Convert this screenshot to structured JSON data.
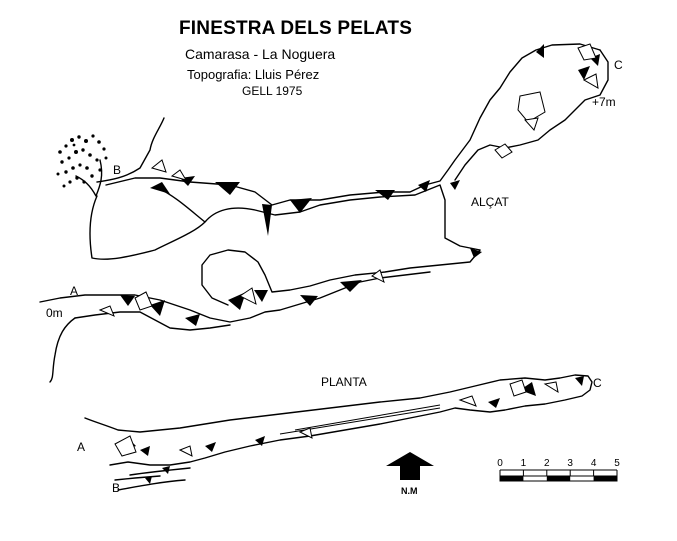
{
  "header": {
    "title": "FINESTRA DELS PELATS",
    "location": "Camarasa - La Noguera",
    "survey": "Topografia: Lluis Pérez",
    "club_year": "GELL   1975"
  },
  "profile_labels": {
    "entrance_b": "B",
    "entrance_a": "A",
    "end_c": "C",
    "height_c": "+7m",
    "datum_a": "0m",
    "section_name": "ALÇAT"
  },
  "plan_labels": {
    "section_name": "PLANTA",
    "entrance_a": "A",
    "entrance_b": "B",
    "end_c": "C"
  },
  "north_arrow": {
    "label": "N.M",
    "icon": "north-arrow-icon"
  },
  "scale_bar": {
    "ticks": [
      "0",
      "1",
      "2",
      "3",
      "4",
      "5"
    ],
    "segments": [
      1,
      0,
      1,
      0,
      1,
      0
    ]
  }
}
